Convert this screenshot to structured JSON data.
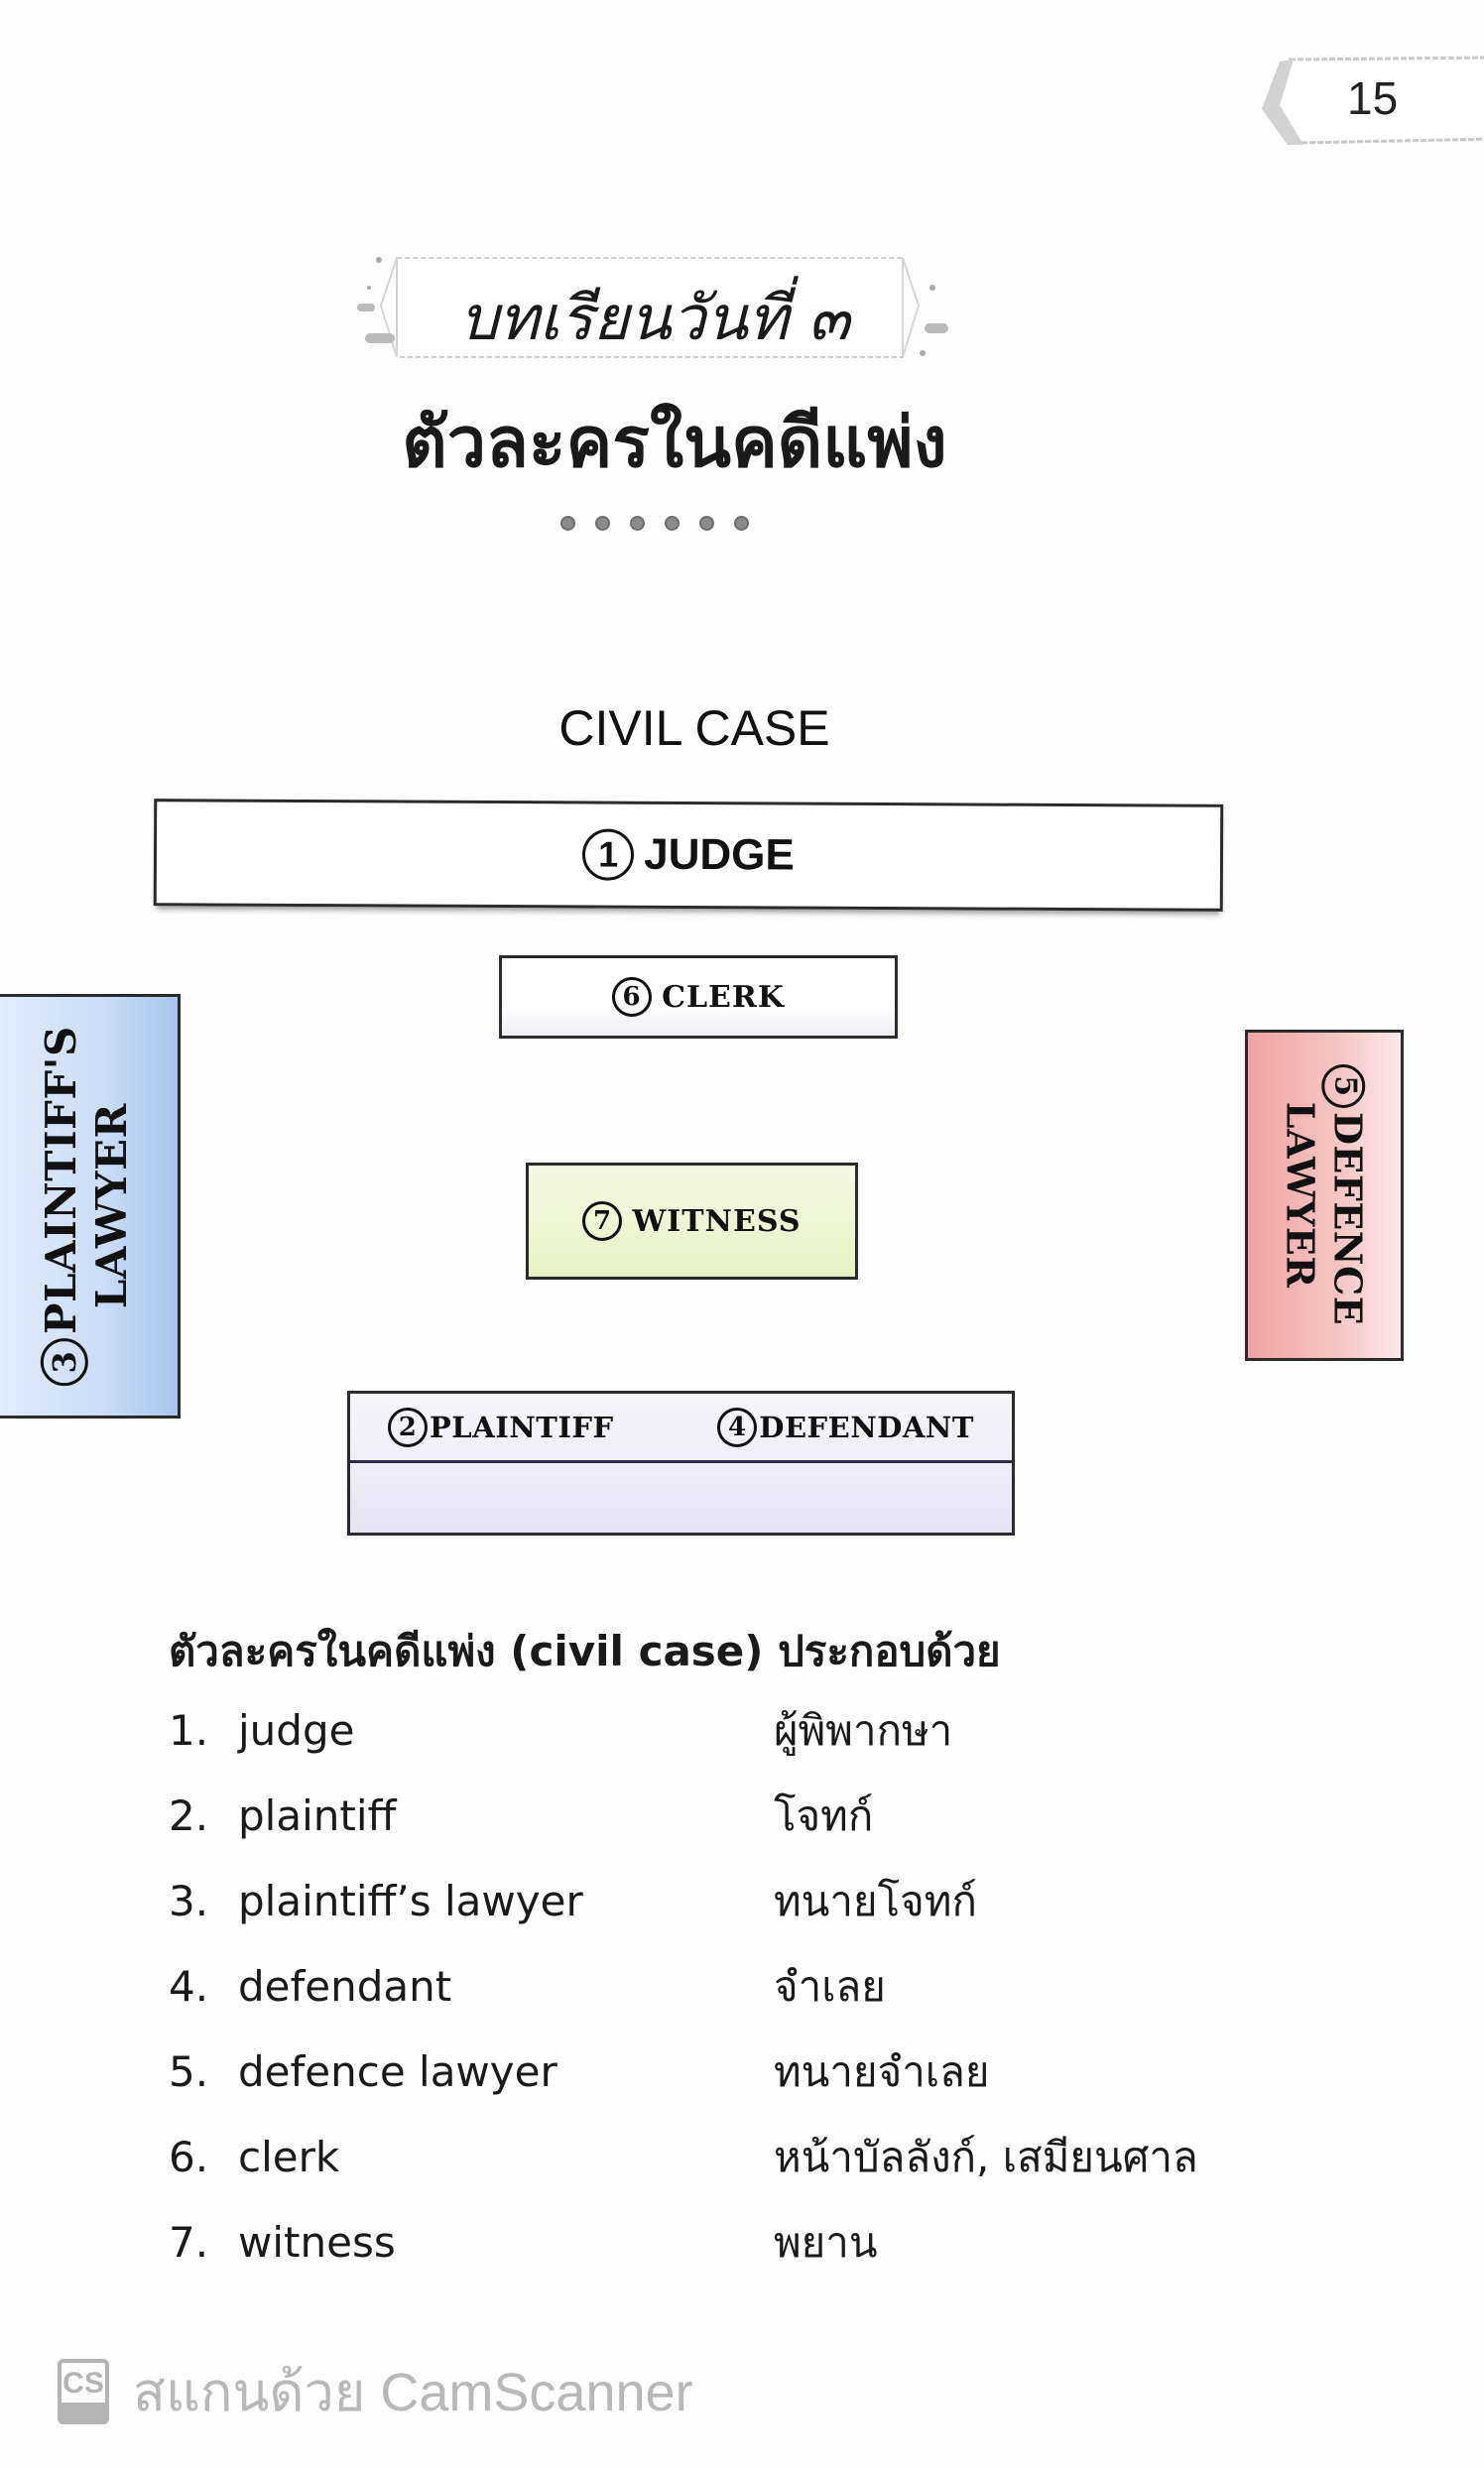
{
  "page": {
    "number": "15"
  },
  "header": {
    "lesson_banner": "บทเรียนวันที่ ๓",
    "chapter_title": "ตัวละครในคดีแพ่ง",
    "divider_dots": 6
  },
  "diagram": {
    "title": "CIVIL CASE",
    "colors": {
      "plaintiff_lawyer_bg": "#c4d8f5",
      "defence_lawyer_bg": "#f3b7b4",
      "witness_bg": "#eaf3cc",
      "parties_bg": "#ebe9f6",
      "border": "#2b2b2b"
    },
    "roles": {
      "judge": {
        "number": "1",
        "label": "JUDGE"
      },
      "plaintiff": {
        "number": "2",
        "label": "PLAINTIFF"
      },
      "plaintiff_lawyer": {
        "number": "3",
        "line1": "PLAINTIFF'S",
        "line2": "LAWYER"
      },
      "defendant": {
        "number": "4",
        "label": "DEFENDANT"
      },
      "defence_lawyer": {
        "number": "5",
        "line1": "DEFENCE",
        "line2": "LAWYER"
      },
      "clerk": {
        "number": "6",
        "label": "CLERK"
      },
      "witness": {
        "number": "7",
        "label": "WITNESS"
      }
    }
  },
  "vocabulary": {
    "heading": "ตัวละครในคดีแพ่ง (civil case) ประกอบด้วย",
    "items": [
      {
        "num": "1.",
        "en": "judge",
        "th": "ผู้พิพากษา"
      },
      {
        "num": "2.",
        "en": "plaintiff",
        "th": "โจทก์"
      },
      {
        "num": "3.",
        "en": "plaintiff’s lawyer",
        "th": "ทนายโจทก์"
      },
      {
        "num": "4.",
        "en": "defendant",
        "th": "จำเลย"
      },
      {
        "num": "5.",
        "en": "defence lawyer",
        "th": "ทนายจำเลย"
      },
      {
        "num": "6.",
        "en": "clerk",
        "th": "หน้าบัลลังก์, เสมียนศาล"
      },
      {
        "num": "7.",
        "en": "witness",
        "th": "พยาน"
      }
    ]
  },
  "watermark": {
    "logo": "CS",
    "text": "สแกนด้วย CamScanner"
  }
}
